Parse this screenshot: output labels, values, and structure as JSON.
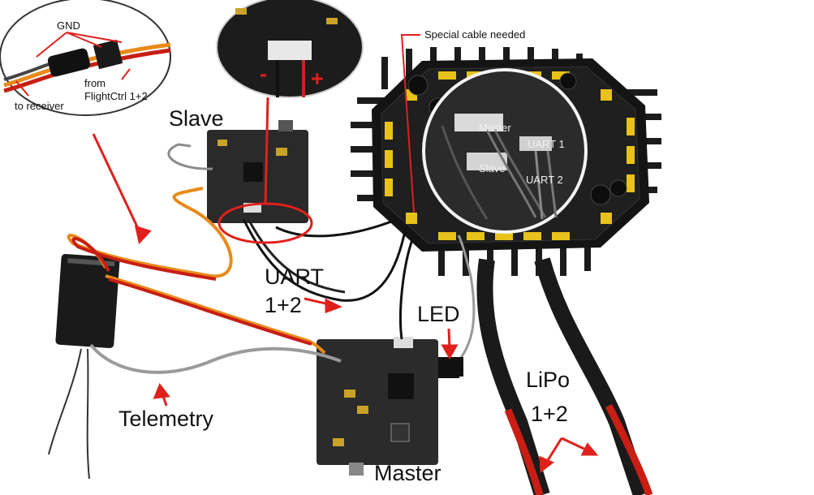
{
  "labels": {
    "slave": "Slave",
    "master": "Master",
    "uart_line1": "UART",
    "uart_line2": "1+2",
    "led": "LED",
    "lipo_line1": "LiPo",
    "lipo_line2": "1+2",
    "telemetry": "Telemetry",
    "special_cable": "Special cable needed"
  },
  "inset_cable": {
    "gnd": "GND",
    "from_line1": "from",
    "from_line2": "FlightCtrl 1+2",
    "to_receiver": "to receiver"
  },
  "inset_connector": {
    "minus": "-",
    "plus": "+"
  },
  "inset_board": {
    "master": "Master",
    "uart1": "UART 1",
    "slave": "Slave",
    "uart2": "UART 2"
  },
  "colors": {
    "annotation_red": "#e0201c",
    "board_black": "#151515",
    "pad_yellow": "#e8c21a",
    "wire_red": "#c81e14",
    "wire_orange": "#e88a1a",
    "wire_grey": "#9a9a9a"
  }
}
